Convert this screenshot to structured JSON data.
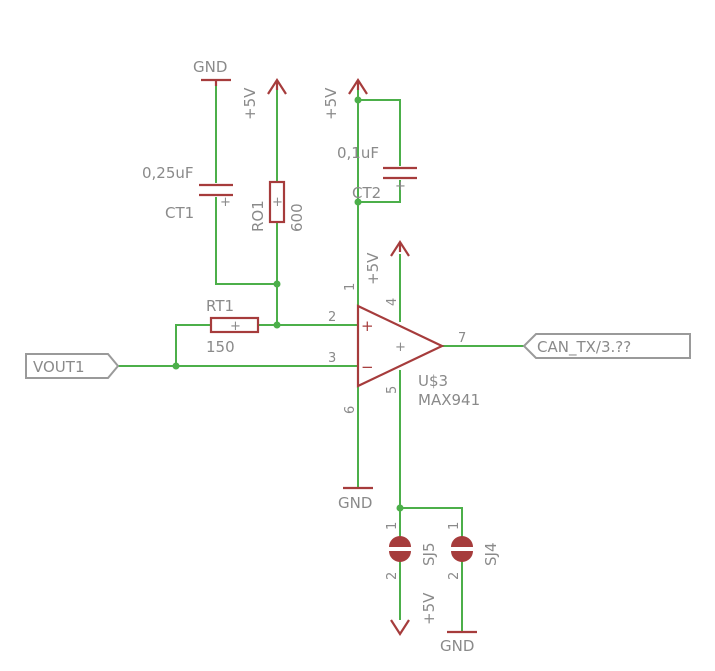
{
  "parts": {
    "ct1": {
      "name": "CT1",
      "value": "0,25uF"
    },
    "ct2": {
      "name": "CT2",
      "value": "0,1uF"
    },
    "ro1": {
      "name": "RO1",
      "value": "600"
    },
    "rt1": {
      "name": "RT1",
      "value": "150"
    },
    "u3": {
      "name": "U$3",
      "value": "MAX941"
    },
    "sj5": {
      "name": "SJ5"
    },
    "sj4": {
      "name": "SJ4"
    }
  },
  "supplies": {
    "gnd": "GND",
    "vcc": "+5V"
  },
  "nets": {
    "vout": "VOUT1",
    "can_tx": "CAN_TX/3.??"
  },
  "pins": {
    "p1": "1",
    "p2": "2",
    "p3": "3",
    "p4": "4",
    "p5": "5",
    "p6": "6",
    "p7": "7"
  },
  "symbols": {
    "plus": "+",
    "minus": "−"
  }
}
